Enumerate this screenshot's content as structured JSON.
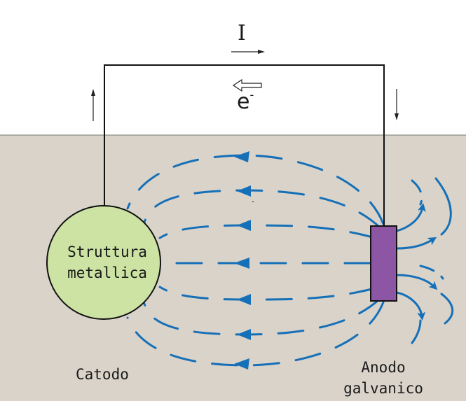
{
  "labels": {
    "current": "I",
    "electron": "e",
    "electron_sup": "-",
    "structure_line1": "Struttura",
    "structure_line2": "metallica",
    "cathode": "Catodo",
    "anode_line1": "Anodo",
    "anode_line2": "galvanico"
  },
  "colors": {
    "soil": "#d9d3c9",
    "field_lines": "#1670b8",
    "structure": "#cce3a4",
    "anode": "#8c56a4",
    "wire": "#111111"
  },
  "icons": {
    "current_arrow": "arrow-right-icon",
    "electron_arrow": "hollow-arrow-left-icon",
    "up_arrow": "arrow-up-icon",
    "down_arrow": "arrow-down-icon"
  }
}
